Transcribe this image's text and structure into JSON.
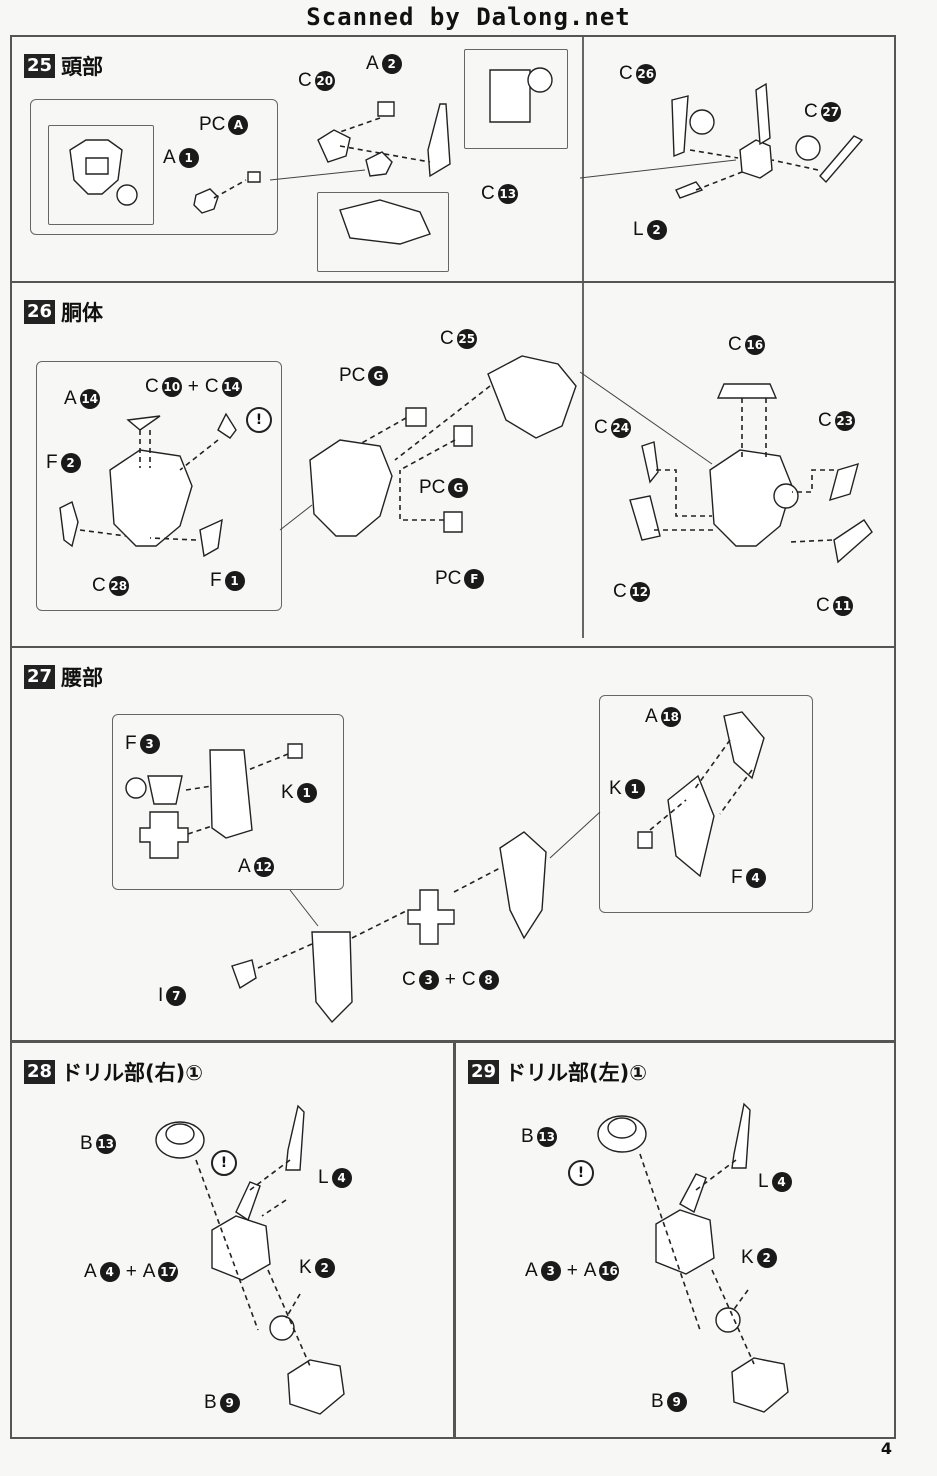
{
  "watermark": "Scanned by Dalong.net",
  "page_number": "4",
  "steps": {
    "s25": {
      "num": "25",
      "title": "頭部"
    },
    "s26": {
      "num": "26",
      "title": "胴体"
    },
    "s27": {
      "num": "27",
      "title": "腰部"
    },
    "s28": {
      "num": "28",
      "title": "ドリル部(右)①"
    },
    "s29": {
      "num": "29",
      "title": "ドリル部(左)①"
    }
  },
  "warning_mark": "!",
  "labels": {
    "s25": {
      "pc_a": [
        "PC",
        "A"
      ],
      "a1": [
        "A",
        "1"
      ],
      "c20": [
        "C",
        "20"
      ],
      "a2": [
        "A",
        "2"
      ],
      "c13": [
        "C",
        "13"
      ],
      "c26": [
        "C",
        "26"
      ],
      "c27": [
        "C",
        "27"
      ],
      "l2": [
        "L",
        "2"
      ]
    },
    "s26": {
      "a14": [
        "A",
        "14"
      ],
      "c10_c14": [
        "C",
        "10",
        "C",
        "14"
      ],
      "f2": [
        "F",
        "2"
      ],
      "f1": [
        "F",
        "1"
      ],
      "c28": [
        "C",
        "28"
      ],
      "pc_g1": [
        "PC",
        "G"
      ],
      "pc_g2": [
        "PC",
        "G"
      ],
      "pc_f": [
        "PC",
        "F"
      ],
      "c25": [
        "C",
        "25"
      ],
      "c16": [
        "C",
        "16"
      ],
      "c24": [
        "C",
        "24"
      ],
      "c23": [
        "C",
        "23"
      ],
      "c12": [
        "C",
        "12"
      ],
      "c11": [
        "C",
        "11"
      ]
    },
    "s27": {
      "f3": [
        "F",
        "3"
      ],
      "k1a": [
        "K",
        "1"
      ],
      "a12": [
        "A",
        "12"
      ],
      "a18": [
        "A",
        "18"
      ],
      "k1b": [
        "K",
        "1"
      ],
      "f4": [
        "F",
        "4"
      ],
      "i7": [
        "I",
        "7"
      ],
      "c3_c8": [
        "C",
        "3",
        "C",
        "8"
      ]
    },
    "s28": {
      "b13": [
        "B",
        "13"
      ],
      "l4": [
        "L",
        "4"
      ],
      "a4_a17": [
        "A",
        "4",
        "A",
        "17"
      ],
      "k2": [
        "K",
        "2"
      ],
      "b9": [
        "B",
        "9"
      ]
    },
    "s29": {
      "b13": [
        "B",
        "13"
      ],
      "l4": [
        "L",
        "4"
      ],
      "a3_a16": [
        "A",
        "3",
        "A",
        "16"
      ],
      "k2": [
        "K",
        "2"
      ],
      "b9": [
        "B",
        "9"
      ]
    }
  }
}
